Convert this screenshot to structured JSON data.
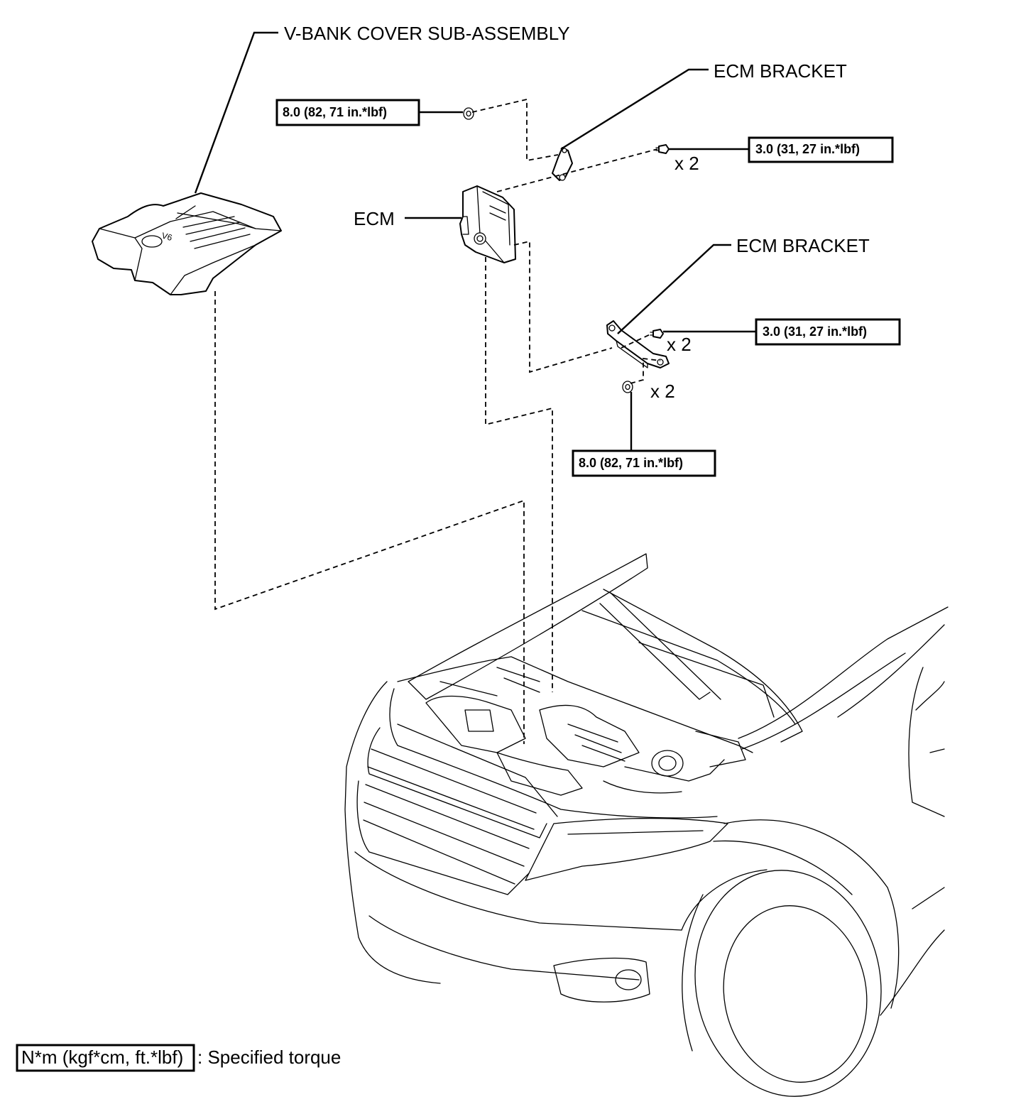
{
  "labels": {
    "vbank_cover": "V-BANK COVER SUB-ASSEMBLY",
    "ecm_bracket_top": "ECM BRACKET",
    "ecm": "ECM",
    "ecm_bracket_bottom": "ECM BRACKET"
  },
  "torques": {
    "upper_nut": "8.0 (82, 71 in.*lbf)",
    "upper_bolt": "3.0 (31, 27 in.*lbf)",
    "lower_bolt": "3.0 (31, 27 in.*lbf)",
    "lower_nut": "8.0 (82, 71 in.*lbf)"
  },
  "quantities": {
    "upper_bolt": "x 2",
    "lower_bolt": "x 2",
    "lower_nut": "x 2"
  },
  "legend": {
    "unit_box": "N*m (kgf*cm, ft.*lbf)",
    "description": ": Specified torque"
  },
  "cover_badge": "V6"
}
